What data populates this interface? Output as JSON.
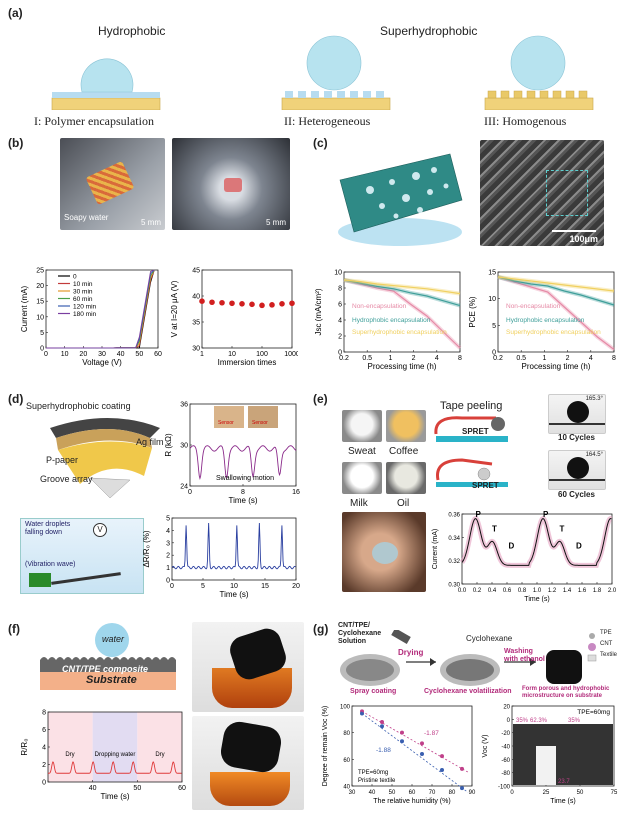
{
  "panels": {
    "a": {
      "letter": "(a)",
      "top_left": "Hydrophobic",
      "top_right": "Superhydrophobic",
      "captions": [
        "I: Polymer encapsulation",
        "II: Heterogeneous",
        "III: Homogenous"
      ]
    },
    "b": {
      "letter": "(b)",
      "photo1_label": "Soapy water",
      "scale1": "5 mm",
      "scale2": "5 mm",
      "iv": {
        "xlabel": "Voltage (V)",
        "ylabel": "Current (mA)",
        "xticks": [
          "0",
          "10",
          "20",
          "30",
          "40",
          "50",
          "60"
        ],
        "yticks": [
          "0",
          "5",
          "10",
          "15",
          "20",
          "25"
        ],
        "legend": [
          "0",
          "10 min",
          "30 min",
          "60 min",
          "120 min",
          "180 min"
        ]
      },
      "imm": {
        "xlabel": "Immersion times",
        "ylabel": "V at I=20 μA (V)",
        "xticks": [
          "1",
          "10",
          "100",
          "1000"
        ],
        "yticks": [
          "30",
          "35",
          "40",
          "45"
        ]
      }
    },
    "c": {
      "letter": "(c)",
      "scale": "100μm",
      "jsc": {
        "ylabel": "Jsc (mA/cm²)",
        "xlabel": "Processing time (h)",
        "yticks": [
          "0",
          "2",
          "4",
          "6",
          "8",
          "10"
        ],
        "xticks": [
          "0.2",
          "0.5",
          "1",
          "2",
          "4",
          "8"
        ],
        "legend": [
          "Non-encapsulation",
          "Hydrophobic encapsulation",
          "Superhydrophobic encapsulation"
        ]
      },
      "pce": {
        "ylabel": "PCE (%)",
        "xlabel": "Processing time (h)",
        "yticks": [
          "0",
          "5",
          "10",
          "15"
        ],
        "xticks": [
          "0.2",
          "0.5",
          "1",
          "2",
          "4",
          "8"
        ],
        "legend": [
          "Non-encapsulation",
          "Hydrophobic encapsulation",
          "Superhydrophobic encapsulation"
        ]
      }
    },
    "d": {
      "letter": "(d)",
      "labels": [
        "Superhydrophobic coating",
        "Ag film",
        "P-paper",
        "Groove array"
      ],
      "water_text": "Water droplets falling down",
      "vibration_text": "(Vibration wave)",
      "v_symbol": "V",
      "rplot": {
        "ylabel": "R (kΩ)",
        "xlabel": "Time (s)",
        "yticks": [
          "24",
          "30",
          "36"
        ],
        "xticks": [
          "0",
          "8",
          "16"
        ],
        "annotation": "Swallowing motion",
        "inset1": "Sensor",
        "inset2": "Sensor"
      },
      "dplot": {
        "ylabel": "ΔR/R₀ (%)",
        "xlabel": "Time (s)",
        "yticks": [
          "0",
          "1",
          "2",
          "3",
          "4",
          "5"
        ],
        "xticks": [
          "0",
          "5",
          "10",
          "15",
          "20"
        ]
      }
    },
    "e": {
      "letter": "(e)",
      "drops": [
        "Sweat",
        "Coffee",
        "Milk",
        "Oil"
      ],
      "tape_title": "Tape peeling",
      "spret1": "SPRET",
      "spret2": "SPRET",
      "angle1": "165.3°",
      "cycles1": "10 Cycles",
      "angle2": "164.5°",
      "cycles2": "60 Cycles",
      "cplot": {
        "ylabel": "Current (mA)",
        "xlabel": "Time (s)",
        "yticks": [
          "0.30",
          "0.32",
          "0.34",
          "0.36"
        ],
        "xticks": [
          "0.0",
          "0.2",
          "0.4",
          "0.6",
          "0.8",
          "1.0",
          "1.2",
          "1.4",
          "1.6",
          "1.8",
          "2.0"
        ],
        "peaks": [
          "P",
          "T",
          "D",
          "P",
          "T",
          "D"
        ]
      }
    },
    "f": {
      "letter": "(f)",
      "water": "water",
      "composite": "CNT/TPE composite",
      "substrate": "Substrate",
      "plot": {
        "ylabel": "R/R₀",
        "xlabel": "Time (s)",
        "yticks": [
          "0",
          "2",
          "4",
          "6",
          "8"
        ],
        "xticks": [
          "40",
          "50",
          "60"
        ],
        "regions": [
          "Dry",
          "Dropping water",
          "Dry"
        ]
      }
    },
    "g": {
      "letter": "(g)",
      "solution": "CNT/TPE/ Cyclohexane Solution",
      "drying": "Drying",
      "cyclohexane": "Cyclohexane",
      "washing": "Washing with ethanol",
      "legend_items": [
        "TPE",
        "CNT",
        "Textile"
      ],
      "steps": [
        "Spray coating",
        "Cyclohexane volatilization",
        "Form porous and hydrophobic microstructure on substrate"
      ],
      "hplot": {
        "ylabel": "Degree of remain Voc (%)",
        "xlabel": "The relative humidity (%)",
        "yticks": [
          "40",
          "60",
          "80",
          "100"
        ],
        "xticks": [
          "30",
          "40",
          "50",
          "60",
          "70",
          "80",
          "90"
        ],
        "slope1": "-1.88",
        "slope2": "-1.87",
        "legend": [
          "TPE=60mg",
          "Pristine textile"
        ]
      },
      "vplot": {
        "ylabel": "Voc (V)",
        "xlabel": "Time (s)",
        "yticks": [
          "-100",
          "-80",
          "-60",
          "-40",
          "-20",
          "0",
          "20"
        ],
        "xticks": [
          "0",
          "25",
          "50",
          "75"
        ],
        "tpe": "TPE=60mg",
        "rh1": "35%",
        "rh2": "62.3%",
        "rh3": "35%",
        "drop": "23.7"
      }
    }
  },
  "colors": {
    "drop": "#b7e3ef",
    "base": "#f0d27a",
    "pillar_blue": "#b7dcf0",
    "red": "#d11f1f",
    "pink": "#e68aa6",
    "teal": "#3f9f9a",
    "yellow": "#f0d060",
    "magenta": "#c0408a"
  }
}
